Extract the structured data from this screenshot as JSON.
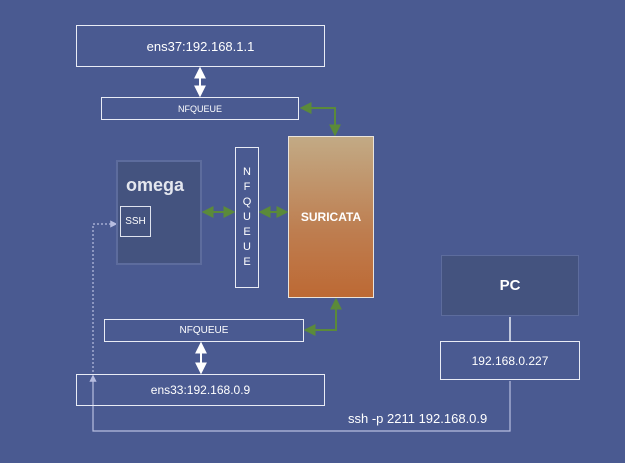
{
  "nodes": {
    "ens37": "ens37:192.168.1.1",
    "nfqueue_top": "NFQUEUE",
    "nfqueue_vertical": "NFQUEUE",
    "suricata": "SURICATA",
    "omega": "omega",
    "ssh": "SSH",
    "nfqueue_bottom": "NFQUEUE",
    "ens33": "ens33:192.168.0.9",
    "pc": "PC",
    "pc_ip": "192.168.0.227"
  },
  "edge_labels": {
    "ssh_command": "ssh -p 2211 192.168.0.9"
  },
  "colors": {
    "background": "#4a5a91",
    "box_border": "#e9ecf5",
    "green_arrow": "#5b8a3a",
    "white_arrow": "#ffffff",
    "ssh_path": "#b7bde0",
    "suricata_top": "#c2aa85",
    "suricata_bottom": "#bd6934",
    "node_fill": "#44537f"
  }
}
